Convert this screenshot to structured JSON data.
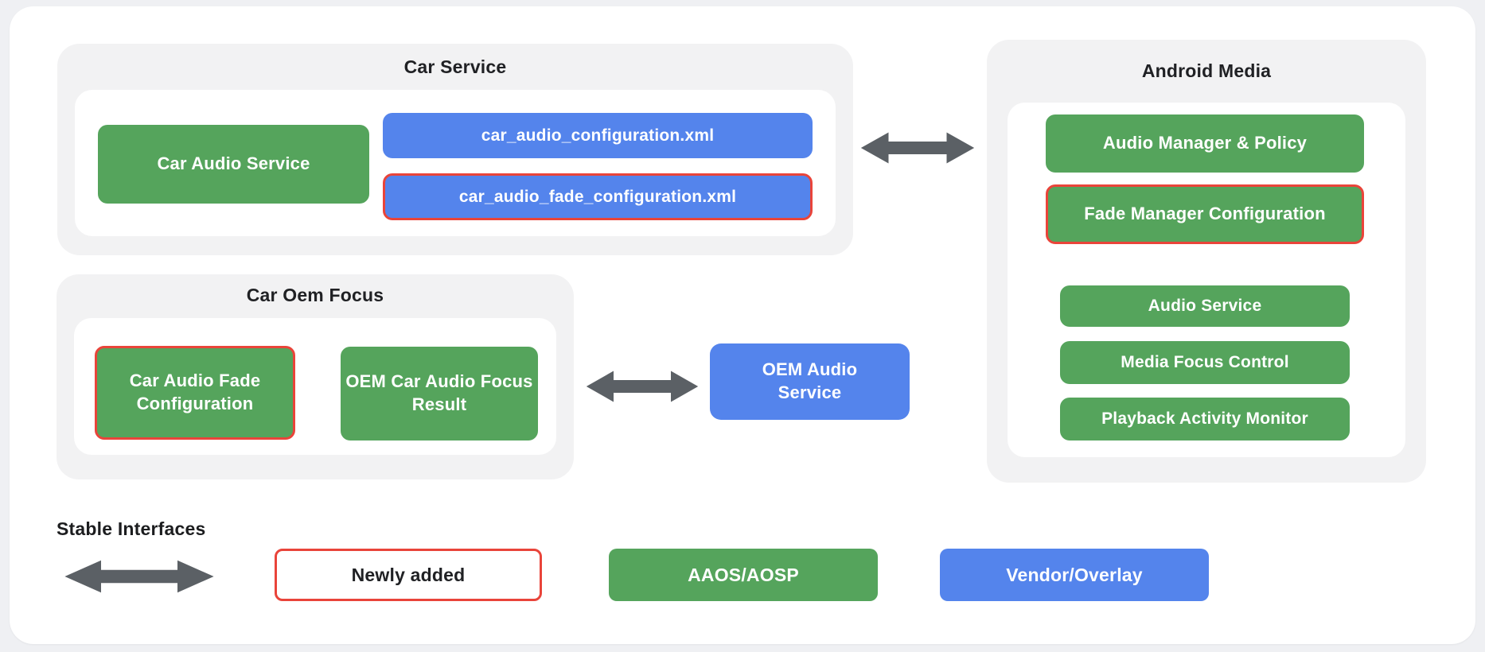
{
  "groups": {
    "car_service": {
      "title": "Car Service",
      "nodes": {
        "car_audio_service": {
          "label": "Car Audio Service"
        },
        "car_audio_configuration": {
          "label": "car_audio_configuration.xml"
        },
        "car_audio_fade_configuration": {
          "label": "car_audio_fade_configuration.xml"
        }
      }
    },
    "car_oem_focus": {
      "title": "Car Oem Focus",
      "nodes": {
        "car_audio_fade_configuration": {
          "label": "Car Audio Fade Configuration"
        },
        "oem_car_audio_focus_result": {
          "label": "OEM Car Audio Focus Result"
        }
      }
    },
    "android_media": {
      "title": "Android Media",
      "nodes": {
        "audio_manager_policy": {
          "label": "Audio Manager & Policy"
        },
        "fade_manager_configuration": {
          "label": "Fade Manager Configuration"
        },
        "audio_service": {
          "label": "Audio Service"
        },
        "media_focus_control": {
          "label": "Media Focus Control"
        },
        "playback_activity_monitor": {
          "label": "Playback Activity Monitor"
        }
      }
    }
  },
  "standalone": {
    "oem_audio_service": {
      "label": "OEM Audio Service"
    }
  },
  "legend": {
    "stable_interfaces_label": "Stable Interfaces",
    "newly_added_label": "Newly added",
    "aaos_aosp_label": "AAOS/AOSP",
    "vendor_overlay_label": "Vendor/Overlay"
  },
  "colors": {
    "aosp_green": "#55a45c",
    "vendor_blue": "#5484ec",
    "newly_added_red": "#e9443a",
    "arrow_gray": "#5b6065",
    "group_gray": "#f2f2f3",
    "card_white": "#ffffff",
    "page_background": "#eff0f3"
  }
}
